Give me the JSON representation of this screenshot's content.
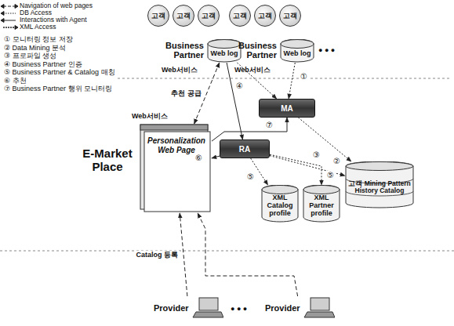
{
  "diagram": {
    "nodes": [
      {
        "text": [
          "고객"
        ]
      },
      {
        "text": [
          "고객"
        ]
      },
      {
        "text": [
          "고객"
        ]
      },
      {
        "text": [
          "고객"
        ]
      },
      {
        "text": [
          "고객"
        ]
      },
      {
        "text": [
          "고객"
        ]
      },
      {
        "text": [
          "Business Partner",
          "Web log"
        ]
      },
      {
        "text": [
          "Business Partner",
          "Web log"
        ]
      },
      {
        "text": [
          "Personalization Web Page"
        ]
      },
      {
        "text": [
          "MA"
        ]
      },
      {
        "text": [
          "RA"
        ]
      },
      {
        "text": [
          "XML Catalog profile"
        ]
      },
      {
        "text": [
          "XML Partner profile"
        ]
      },
      {
        "text": [
          "고객 Mining Pattern History Catalog"
        ]
      },
      {
        "text": [
          "Provider"
        ]
      },
      {
        "text": [
          "Provider"
        ]
      }
    ],
    "edges": [
      {
        "from": 6,
        "to": 9,
        "arrow": "to"
      },
      {
        "from": 7,
        "to": 9,
        "arrow": "to"
      },
      {
        "from": 6,
        "to": 8,
        "label": "추천 공급",
        "arrow": "both"
      },
      {
        "from": 6,
        "to": 10,
        "arrow": "to"
      },
      {
        "from": 8,
        "to": 9,
        "arrow": "to"
      },
      {
        "from": 10,
        "to": 8,
        "arrow": "to"
      },
      {
        "from": 9,
        "to": 13,
        "arrow": "to"
      },
      {
        "from": 10,
        "to": 13,
        "arrow": "to"
      },
      {
        "from": 10,
        "to": 11,
        "arrow": "to"
      },
      {
        "from": 10,
        "to": 12,
        "arrow": "to"
      },
      {
        "from": 14,
        "to": 8,
        "label": "Catalog 등록",
        "arrow": "to"
      },
      {
        "from": 15,
        "to": 8,
        "arrow": "to"
      }
    ],
    "labels": [
      "① 모니터링 정보 저장",
      "② Data Mining 분석",
      "③ 프로파일 생성",
      "④ Business Partner 인증",
      "⑤ Business Partner & Catalog 매칭",
      "⑥ 추천",
      "⑦ Business Partner 행위 모니터링",
      "● ● ●",
      "Web서비스",
      "Web서비스",
      "Web서비스",
      "E-Market Place",
      "● ● ●",
      "④",
      "①",
      "②",
      "⑦",
      "⑤",
      "③",
      "⑥",
      "⑤"
    ],
    "legend": [
      {
        "text": "Navigation of web pages"
      },
      {
        "text": "DB Access"
      },
      {
        "text": "Interactions with Agent"
      },
      {
        "text": "XML Access"
      }
    ]
  }
}
